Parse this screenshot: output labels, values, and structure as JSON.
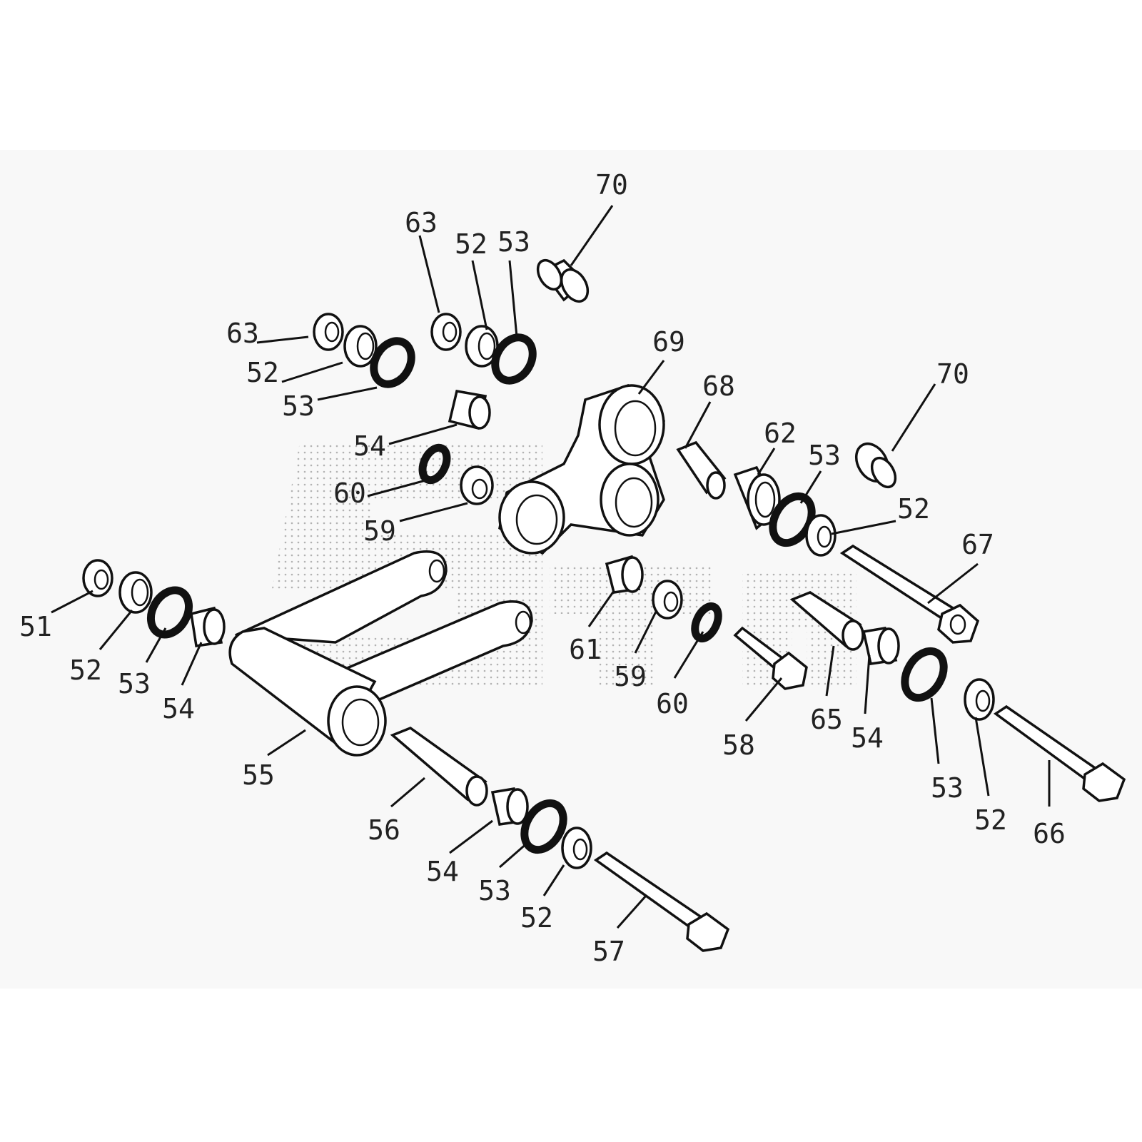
{
  "diagram": {
    "type": "exploded-parts-diagram",
    "callouts": [
      "70",
      "63",
      "52",
      "53",
      "63",
      "52",
      "53",
      "54",
      "60",
      "59",
      "69",
      "68",
      "70",
      "62",
      "53",
      "52",
      "67",
      "51",
      "52",
      "53",
      "54",
      "61",
      "59",
      "60",
      "58",
      "65",
      "54",
      "55",
      "56",
      "53",
      "52",
      "66",
      "54",
      "53",
      "52",
      "57"
    ]
  }
}
